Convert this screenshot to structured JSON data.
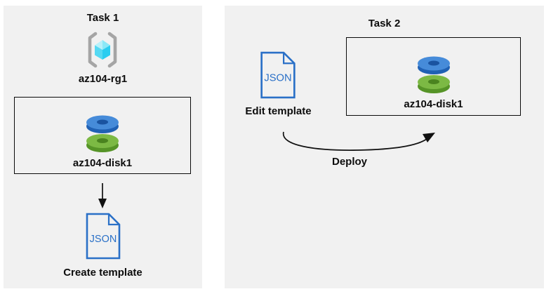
{
  "page": {
    "background": "#ffffff",
    "panel_background": "#f1f1f1",
    "box_border": "#0a0a0a",
    "arrow_color": "#111111"
  },
  "colors": {
    "json_blue": "#2a70c7",
    "disk_blue_top": "#468bd9",
    "disk_blue_side": "#2061b4",
    "disk_blue_hole": "#1a53a0",
    "disk_green_top": "#7cb944",
    "disk_green_side": "#569427",
    "disk_green_hole": "#4a831f",
    "bracket_gray": "#a5a5a5",
    "cube_top_light": "#b8f1fa",
    "cube_top_mid": "#8ae8f7",
    "cube_left": "#55d9f3",
    "cube_right": "#2acdf0"
  },
  "icons": {
    "resource_group": "resource-group-icon",
    "managed_disk": "managed-disk-icon",
    "json_template": "json-file-icon",
    "down_arrow": "arrow-down-icon",
    "deploy_arrow": "curved-arrow-icon"
  },
  "task1": {
    "title": "Task 1",
    "resource_group_label": "az104-rg1",
    "disk_label": "az104-disk1",
    "json_text": "JSON",
    "caption": "Create template"
  },
  "task2": {
    "title": "Task 2",
    "json_text": "JSON",
    "edit_caption": "Edit template",
    "disk_label": "az104-disk1",
    "deploy_caption": "Deploy"
  }
}
